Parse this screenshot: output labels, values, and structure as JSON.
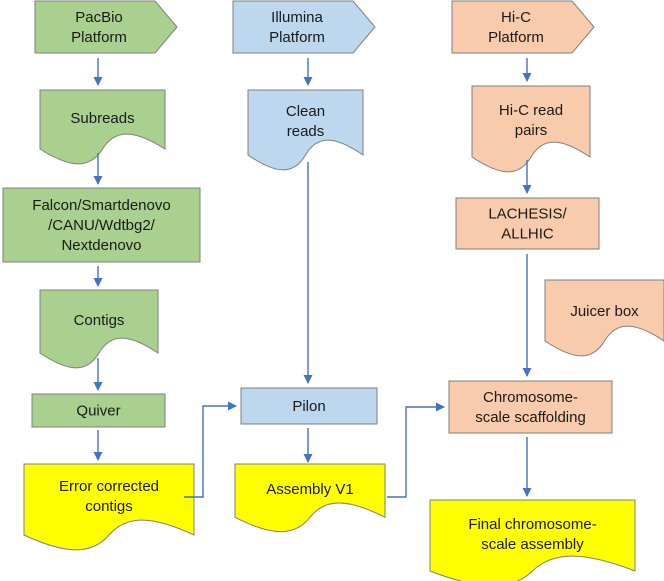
{
  "colors": {
    "pacbio": "#a9d08e",
    "illumina": "#bdd7ee",
    "hic": "#f8cbad",
    "yellow": "#ffff00",
    "arrow": "#4472c4",
    "outline": "#7f7f7f"
  },
  "pacbio": {
    "platform": [
      "PacBio",
      "Platform"
    ],
    "subreads": [
      "Subreads"
    ],
    "assemblers": [
      "Falcon/Smartdenovo",
      "/CANU/Wdtbg2/",
      "Nextdenovo"
    ],
    "contigs": [
      "Contigs"
    ],
    "quiver": [
      "Quiver"
    ],
    "corrected": [
      "Error corrected",
      "contigs"
    ]
  },
  "illumina": {
    "platform": [
      "Illumina",
      "Platform"
    ],
    "clean_reads": [
      "Clean",
      "reads"
    ],
    "pilon": [
      "Pilon"
    ],
    "assembly_v1": [
      "Assembly V1"
    ]
  },
  "hic": {
    "platform": [
      "Hi-C",
      "Platform"
    ],
    "read_pairs": [
      "Hi-C read",
      "pairs"
    ],
    "lachesis": [
      "LACHESIS/",
      "ALLHIC"
    ],
    "juicer": [
      "Juicer box"
    ],
    "scaffolding": [
      "Chromosome-",
      "scale scaffolding"
    ],
    "final": [
      "Final chromosome-",
      "scale assembly"
    ]
  }
}
